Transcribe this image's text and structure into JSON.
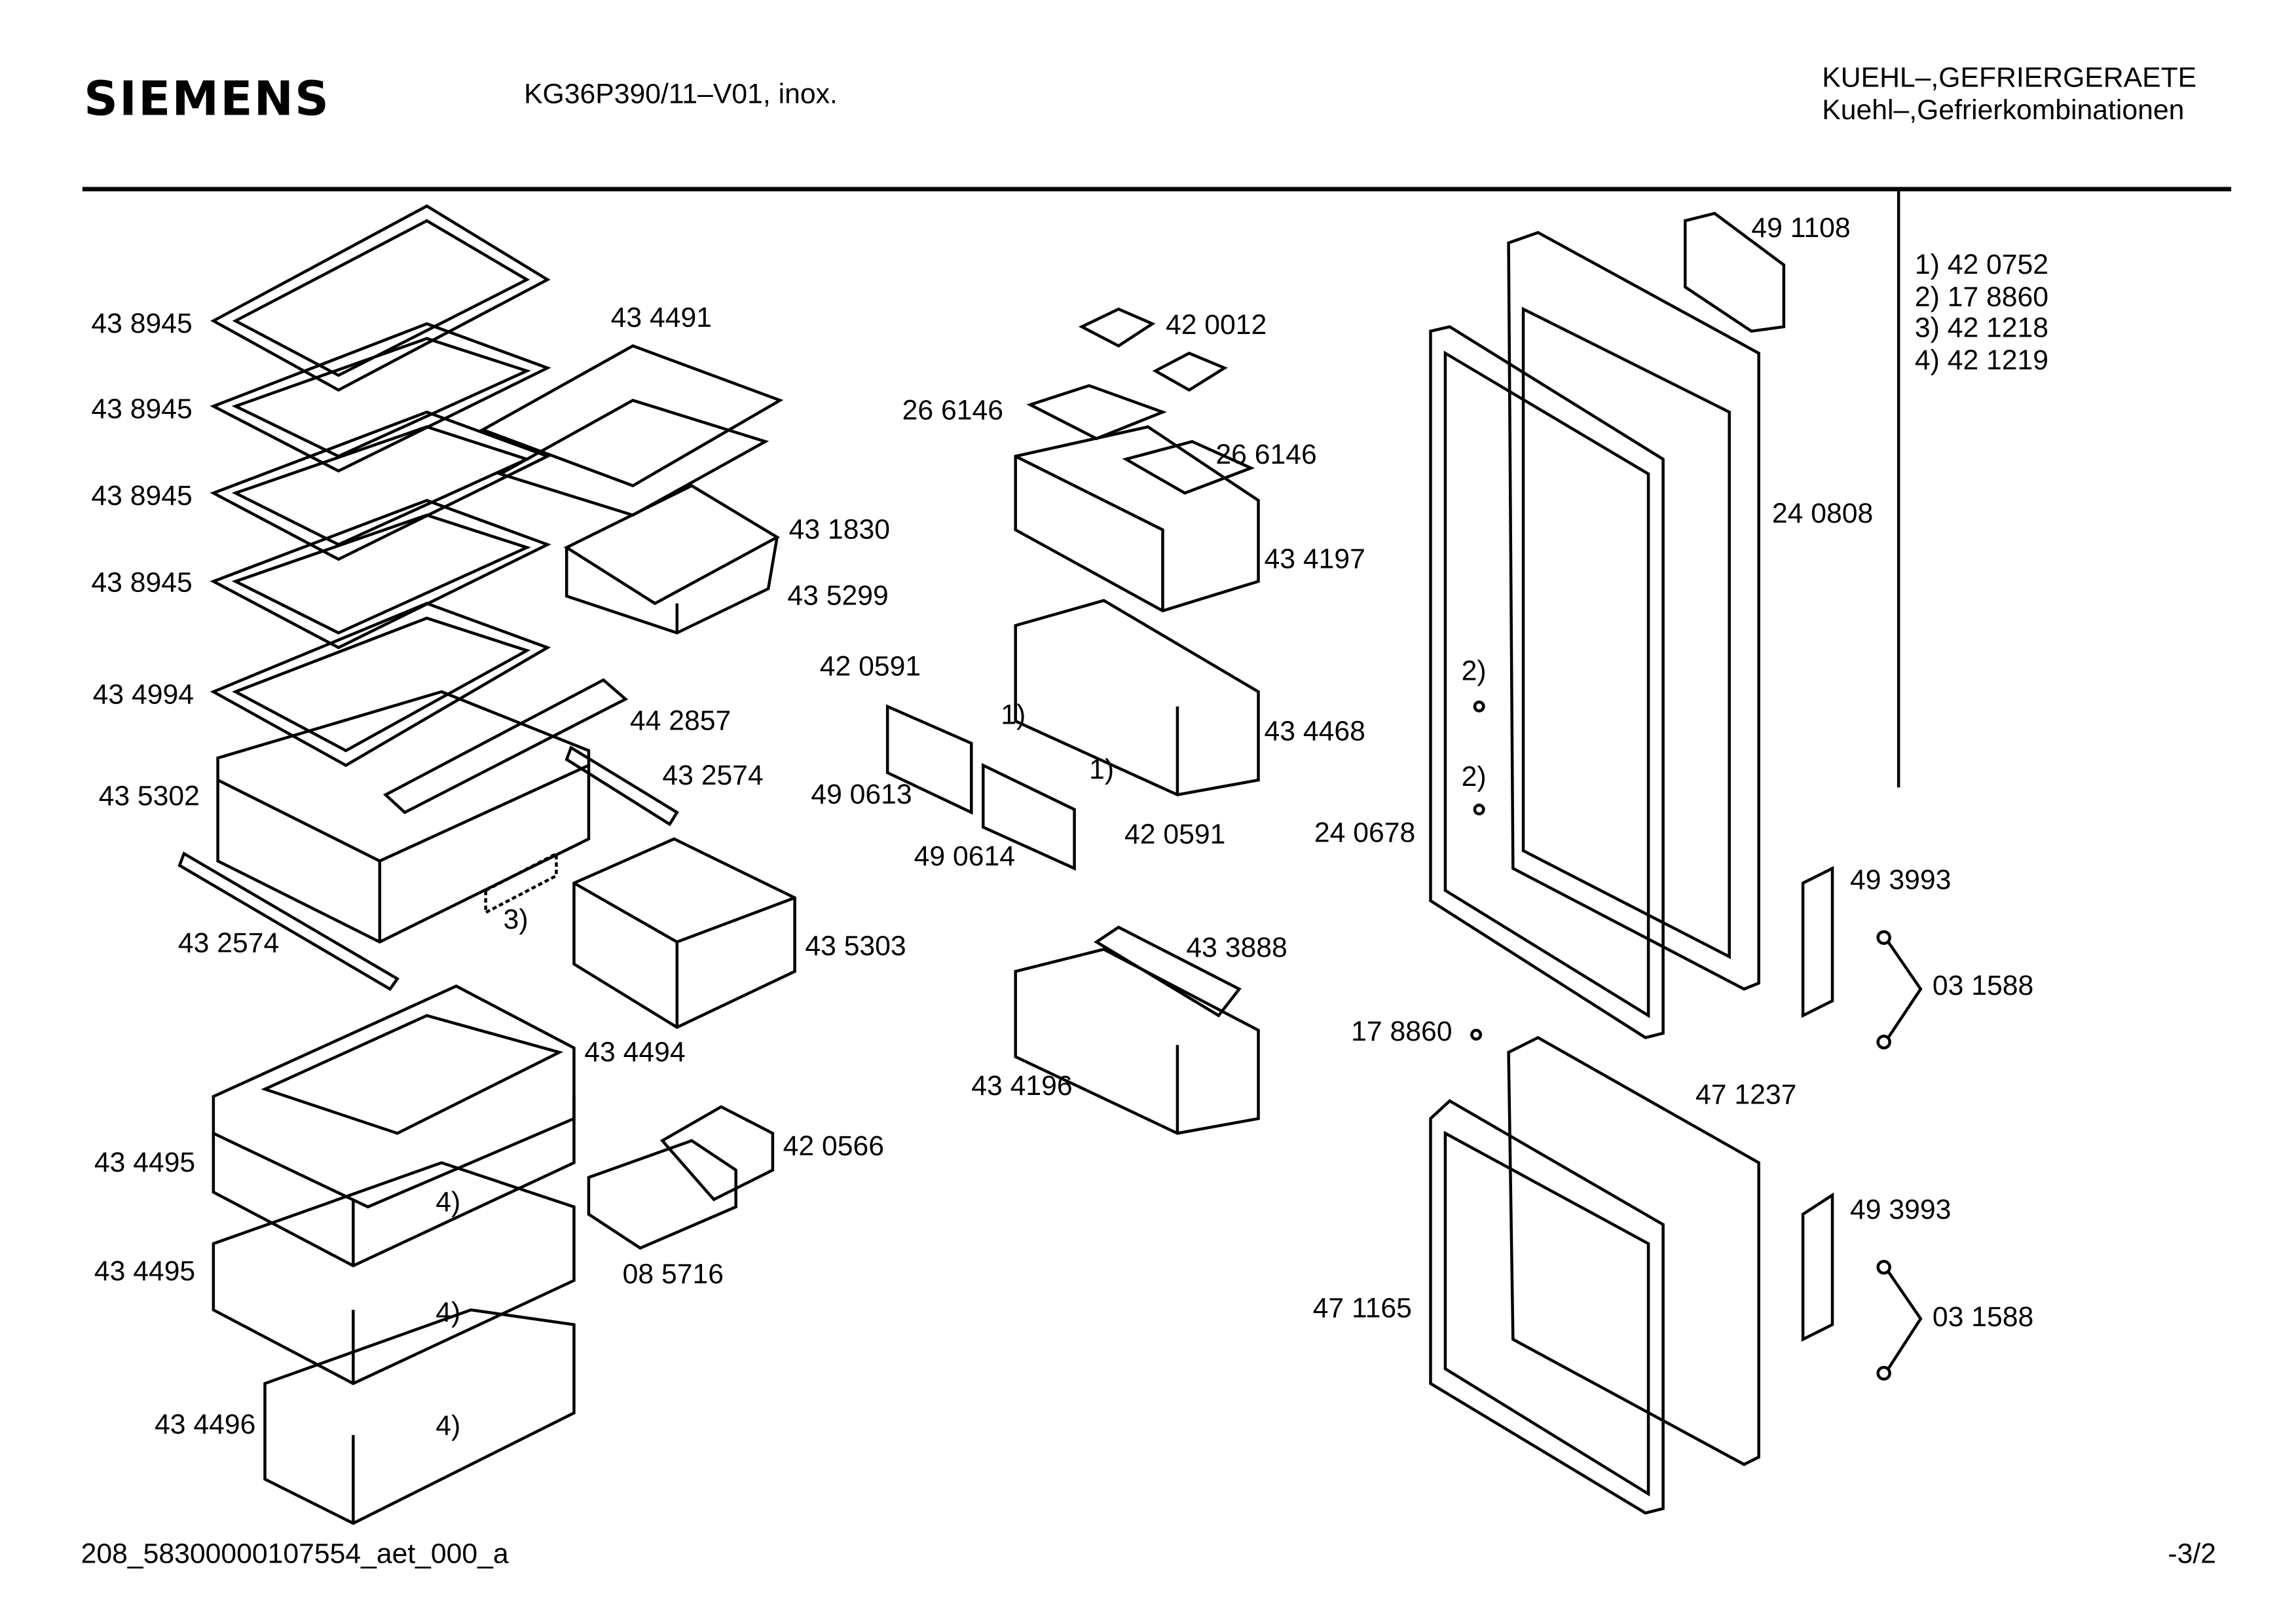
{
  "header": {
    "brand": "SIEMENS",
    "model": "KG36P390/11–V01, inox.",
    "category": "KUEHL–,GEFRIERGERAETE",
    "subcategory": "Kuehl–,Gefrierkombinationen"
  },
  "legend": [
    "1)  42 0752",
    "2)  17 8860",
    "3)  42 1218",
    "4)  42 1219"
  ],
  "callouts": [
    "43 8945",
    "43 8945",
    "43 8945",
    "43 8945",
    "43 4994",
    "43 5302",
    "43 2574",
    "43 4491",
    "43 1830",
    "43 5299",
    "44 2857",
    "43 2574",
    "3)",
    "43 5303",
    "43 4494",
    "43 4495",
    "43 4495",
    "4)",
    "4)",
    "4)",
    "43 4496",
    "42 0566",
    "08 5716",
    "42 0012",
    "26 6146",
    "26 6146",
    "43 4197",
    "42 0591",
    "42 0591",
    "1)",
    "1)",
    "49 0613",
    "49 0614",
    "43 4468",
    "43 3888",
    "43 4196",
    "49 1108",
    "24 0808",
    "2)",
    "2)",
    "24 0678",
    "49 3993",
    "49 3993",
    "03 1588",
    "03 1588",
    "17 8860",
    "47 1237",
    "47 1165"
  ],
  "footer": {
    "doc_id": "208_58300000107554_aet_000_a",
    "page": "-3/2"
  }
}
